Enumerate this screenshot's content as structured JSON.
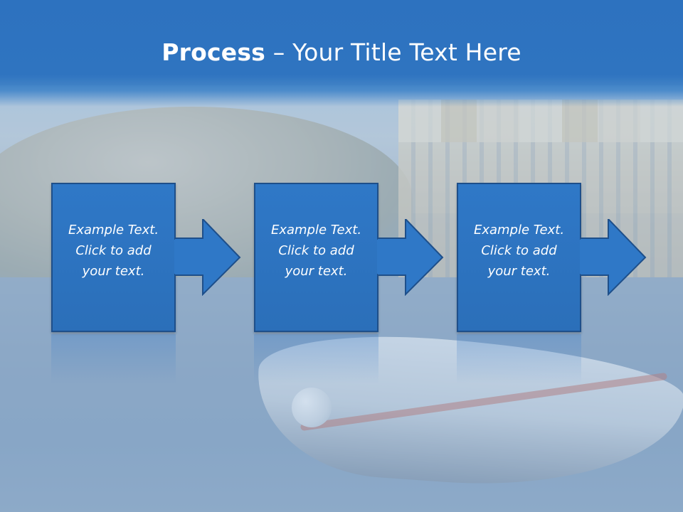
{
  "slide": {
    "title_strong": "Process",
    "title_rest": " – Your Title Text Here"
  },
  "steps": [
    {
      "text": "Example Text.\nClick  to add\nyour text."
    },
    {
      "text": "Example Text.\nClick  to add\nyour text."
    },
    {
      "text": "Example Text.\nClick  to add\nyour text."
    }
  ],
  "colors": {
    "title_band": "#2f74c0",
    "box_fill": "#2f78c7",
    "box_border": "#1e4f8a",
    "text": "#ffffff"
  }
}
